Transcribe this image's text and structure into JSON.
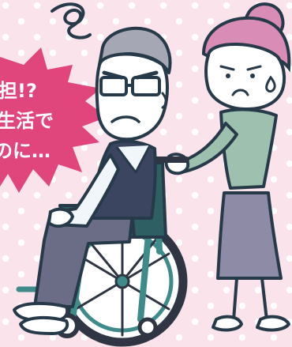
{
  "speech_burst": {
    "lines": [
      "担!?",
      "生活で",
      "のに…"
    ]
  },
  "colors": {
    "background": "#fbe3eb",
    "dots": "#ffffff",
    "burst": "#e0457c",
    "outline": "#273a4a",
    "skin": "#ffffff",
    "sweater": "#3b4560",
    "shirt_collar": "#f1f6fb",
    "trousers": "#6b6c85",
    "wheelchair_frame": "#3e8b8a",
    "wheelchair_seat": "#2d5f63",
    "tire": "#2f3542",
    "caregiver_top": "#9ec1af",
    "caregiver_skirt": "#8e8ba7",
    "caregiver_hair": "#d98cb6"
  },
  "icons": [
    "worry-scribble-icon",
    "sweat-drop-icon"
  ]
}
